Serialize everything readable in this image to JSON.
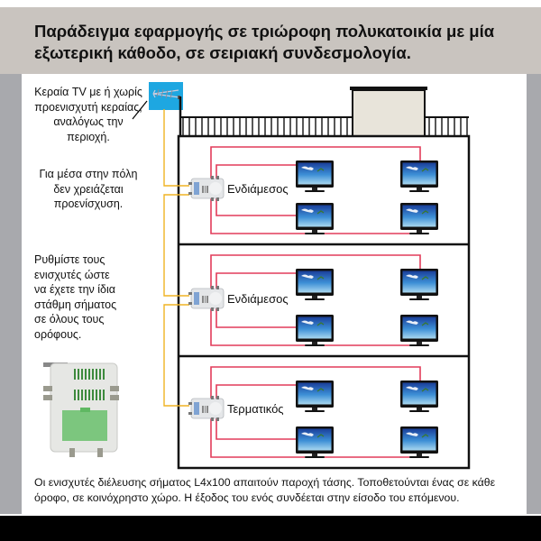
{
  "header": {
    "title": "Παράδειγμα εφαρμογής σε τριώροφη πολυκατοικία με μία εξωτερική κάθοδο, σε σειριακή συνδεσμολογία."
  },
  "notes": {
    "antenna": "Κεραία TV με ή χωρίς προενισχυτή κεραίας, αναλόγως την περιοχή.",
    "city": "Για μέσα στην πόλη δεν χρειάζεται προενίσχυση.",
    "adjust": "Ρυθμίστε τους ενισχυτές ώστε να έχετε την ίδια στάθμη σήματος σε όλους τους ορόφους."
  },
  "floors": [
    {
      "amplifier_label": "Ενδιάμεσος",
      "tv_count": 4
    },
    {
      "amplifier_label": "Ενδιάμεσος",
      "tv_count": 4
    },
    {
      "amplifier_label": "Τερματικός",
      "tv_count": 4
    }
  ],
  "footer": {
    "text": "Οι ενισχυτές διέλευσης σήματος L4x100 απαιτούν παροχή τάσης. Τοποθετούνται ένας σε κάθε όροφο, σε κοινόχρηστο χώρο. Η έξοδος του ενός συνδέεται στην είσοδο του επόμενου."
  },
  "colors": {
    "header_bg": "#c9c4bf",
    "side_bars": "#a8a9ad",
    "antenna_bg": "#1ea7e1",
    "coax_main": "#f0b323",
    "coax_floor": "#e23c5a",
    "penthouse": "#e8e4da",
    "amp_pcb": "#6cc070"
  }
}
